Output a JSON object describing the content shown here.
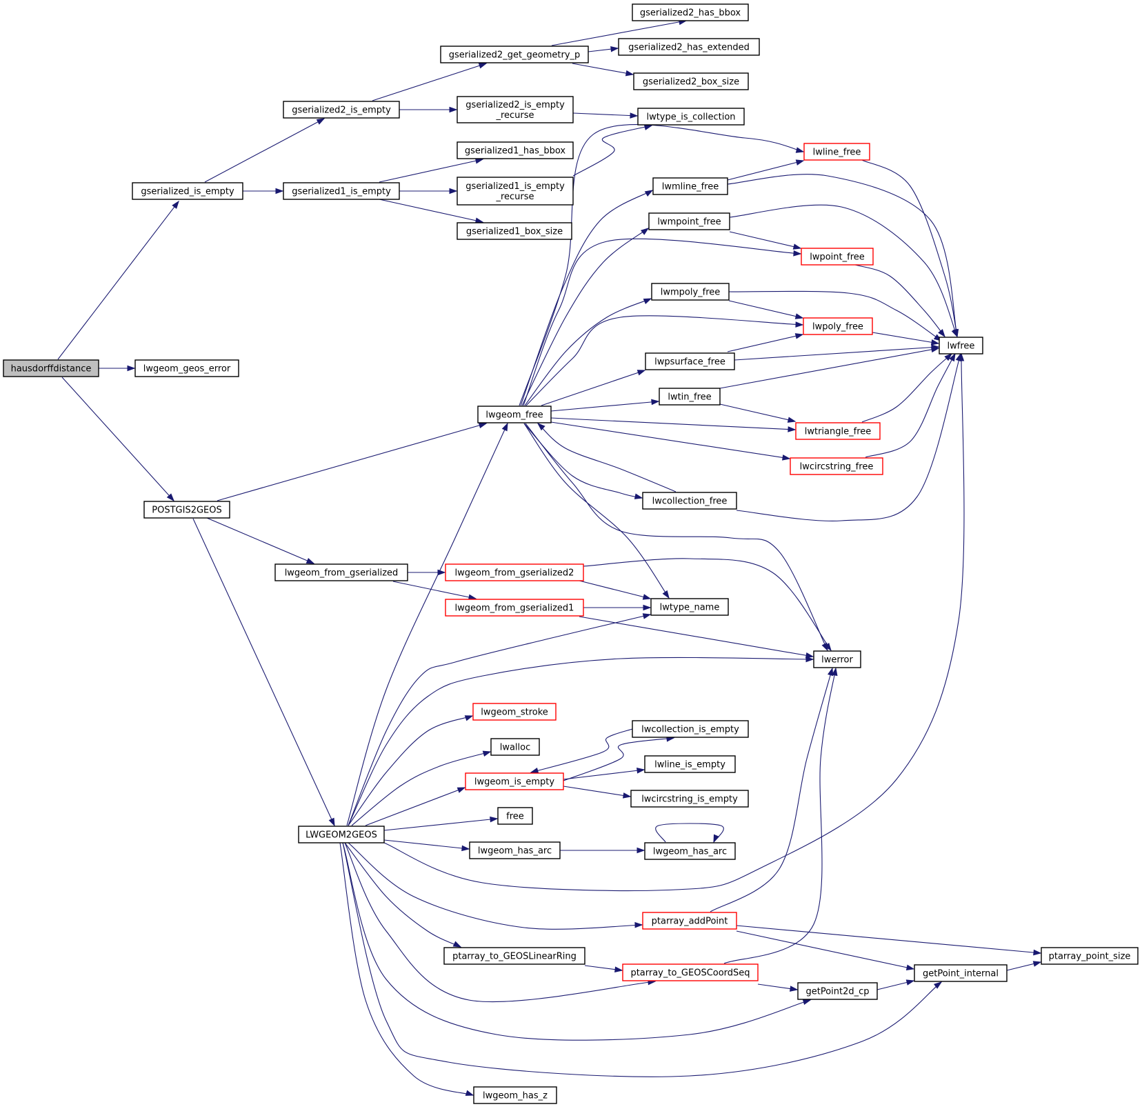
{
  "colors": {
    "edge": "#191970",
    "node_fill": "#ffffff",
    "node_border": "#000000",
    "node_border_truncated": "#ff0000",
    "root_fill": "#bfbfbf",
    "text": "#000000"
  },
  "graph": {
    "nodes": [
      {
        "id": "hausdorffdistance",
        "lines": [
          "hausdorffdistance"
        ],
        "variant": "root"
      },
      {
        "id": "gserialized_is_empty",
        "lines": [
          "gserialized_is_empty"
        ],
        "variant": "normal"
      },
      {
        "id": "lwgeom_geos_error",
        "lines": [
          "lwgeom_geos_error"
        ],
        "variant": "normal"
      },
      {
        "id": "POSTGIS2GEOS",
        "lines": [
          "POSTGIS2GEOS"
        ],
        "variant": "normal"
      },
      {
        "id": "gserialized2_is_empty",
        "lines": [
          "gserialized2_is_empty"
        ],
        "variant": "normal"
      },
      {
        "id": "gserialized1_is_empty",
        "lines": [
          "gserialized1_is_empty"
        ],
        "variant": "normal"
      },
      {
        "id": "lwgeom_from_gserialized",
        "lines": [
          "lwgeom_from_gserialized"
        ],
        "variant": "normal"
      },
      {
        "id": "LWGEOM2GEOS",
        "lines": [
          "LWGEOM2GEOS"
        ],
        "variant": "normal"
      },
      {
        "id": "gserialized2_get_geometry_p",
        "lines": [
          "gserialized2_get_geometry_p"
        ],
        "variant": "normal"
      },
      {
        "id": "gserialized2_is_empty_recurse",
        "lines": [
          "gserialized2_is_empty",
          "_recurse"
        ],
        "variant": "normal"
      },
      {
        "id": "gserialized1_has_bbox",
        "lines": [
          "gserialized1_has_bbox"
        ],
        "variant": "normal"
      },
      {
        "id": "gserialized1_is_empty_recurse",
        "lines": [
          "gserialized1_is_empty",
          "_recurse"
        ],
        "variant": "normal"
      },
      {
        "id": "gserialized1_box_size",
        "lines": [
          "gserialized1_box_size"
        ],
        "variant": "normal"
      },
      {
        "id": "lwgeom_free",
        "lines": [
          "lwgeom_free"
        ],
        "variant": "normal"
      },
      {
        "id": "lwgeom_from_gserialized2",
        "lines": [
          "lwgeom_from_gserialized2"
        ],
        "variant": "truncated"
      },
      {
        "id": "lwgeom_from_gserialized1",
        "lines": [
          "lwgeom_from_gserialized1"
        ],
        "variant": "truncated"
      },
      {
        "id": "lwgeom_stroke",
        "lines": [
          "lwgeom_stroke"
        ],
        "variant": "truncated"
      },
      {
        "id": "lwalloc",
        "lines": [
          "lwalloc"
        ],
        "variant": "normal"
      },
      {
        "id": "lwgeom_is_empty",
        "lines": [
          "lwgeom_is_empty"
        ],
        "variant": "truncated"
      },
      {
        "id": "free",
        "lines": [
          "free"
        ],
        "variant": "normal"
      },
      {
        "id": "lwgeom_has_arc_a",
        "lines": [
          "lwgeom_has_arc"
        ],
        "variant": "normal"
      },
      {
        "id": "ptarray_to_GEOSLinearRing",
        "lines": [
          "ptarray_to_GEOSLinearRing"
        ],
        "variant": "normal"
      },
      {
        "id": "lwgeom_has_z",
        "lines": [
          "lwgeom_has_z"
        ],
        "variant": "normal"
      },
      {
        "id": "gserialized2_has_bbox",
        "lines": [
          "gserialized2_has_bbox"
        ],
        "variant": "normal"
      },
      {
        "id": "gserialized2_has_extended",
        "lines": [
          "gserialized2_has_extended"
        ],
        "variant": "normal"
      },
      {
        "id": "gserialized2_box_size",
        "lines": [
          "gserialized2_box_size"
        ],
        "variant": "normal"
      },
      {
        "id": "lwtype_is_collection",
        "lines": [
          "lwtype_is_collection"
        ],
        "variant": "normal"
      },
      {
        "id": "lwmline_free",
        "lines": [
          "lwmline_free"
        ],
        "variant": "normal"
      },
      {
        "id": "lwmpoint_free",
        "lines": [
          "lwmpoint_free"
        ],
        "variant": "normal"
      },
      {
        "id": "lwmpoly_free",
        "lines": [
          "lwmpoly_free"
        ],
        "variant": "normal"
      },
      {
        "id": "lwpsurface_free",
        "lines": [
          "lwpsurface_free"
        ],
        "variant": "normal"
      },
      {
        "id": "lwtin_free",
        "lines": [
          "lwtin_free"
        ],
        "variant": "normal"
      },
      {
        "id": "lwcollection_free",
        "lines": [
          "lwcollection_free"
        ],
        "variant": "normal"
      },
      {
        "id": "lwtype_name",
        "lines": [
          "lwtype_name"
        ],
        "variant": "normal"
      },
      {
        "id": "lwcollection_is_empty",
        "lines": [
          "lwcollection_is_empty"
        ],
        "variant": "normal"
      },
      {
        "id": "lwline_is_empty",
        "lines": [
          "lwline_is_empty"
        ],
        "variant": "normal"
      },
      {
        "id": "lwcircstring_is_empty",
        "lines": [
          "lwcircstring_is_empty"
        ],
        "variant": "normal"
      },
      {
        "id": "lwgeom_has_arc_b",
        "lines": [
          "lwgeom_has_arc"
        ],
        "variant": "normal"
      },
      {
        "id": "ptarray_addPoint",
        "lines": [
          "ptarray_addPoint"
        ],
        "variant": "truncated"
      },
      {
        "id": "ptarray_to_GEOSCoordSeq",
        "lines": [
          "ptarray_to_GEOSCoordSeq"
        ],
        "variant": "truncated"
      },
      {
        "id": "lwline_free",
        "lines": [
          "lwline_free"
        ],
        "variant": "truncated"
      },
      {
        "id": "lwpoint_free",
        "lines": [
          "lwpoint_free"
        ],
        "variant": "truncated"
      },
      {
        "id": "lwpoly_free",
        "lines": [
          "lwpoly_free"
        ],
        "variant": "truncated"
      },
      {
        "id": "lwtriangle_free",
        "lines": [
          "lwtriangle_free"
        ],
        "variant": "truncated"
      },
      {
        "id": "lwcircstring_free",
        "lines": [
          "lwcircstring_free"
        ],
        "variant": "truncated"
      },
      {
        "id": "lwerror",
        "lines": [
          "lwerror"
        ],
        "variant": "normal"
      },
      {
        "id": "getPoint2d_cp",
        "lines": [
          "getPoint2d_cp"
        ],
        "variant": "normal"
      },
      {
        "id": "lwfree",
        "lines": [
          "lwfree"
        ],
        "variant": "normal"
      },
      {
        "id": "getPoint_internal",
        "lines": [
          "getPoint_internal"
        ],
        "variant": "normal"
      },
      {
        "id": "ptarray_point_size",
        "lines": [
          "ptarray_point_size"
        ],
        "variant": "normal"
      }
    ],
    "edges": [
      {
        "from": "hausdorffdistance",
        "to": "gserialized_is_empty"
      },
      {
        "from": "hausdorffdistance",
        "to": "lwgeom_geos_error"
      },
      {
        "from": "hausdorffdistance",
        "to": "POSTGIS2GEOS"
      },
      {
        "from": "gserialized_is_empty",
        "to": "gserialized2_is_empty"
      },
      {
        "from": "gserialized_is_empty",
        "to": "gserialized1_is_empty"
      },
      {
        "from": "gserialized2_is_empty",
        "to": "gserialized2_get_geometry_p"
      },
      {
        "from": "gserialized2_is_empty",
        "to": "gserialized2_is_empty_recurse"
      },
      {
        "from": "gserialized2_get_geometry_p",
        "to": "gserialized2_has_bbox"
      },
      {
        "from": "gserialized2_get_geometry_p",
        "to": "gserialized2_has_extended"
      },
      {
        "from": "gserialized2_get_geometry_p",
        "to": "gserialized2_box_size"
      },
      {
        "from": "gserialized2_is_empty_recurse",
        "to": "lwtype_is_collection"
      },
      {
        "from": "gserialized1_is_empty",
        "to": "gserialized1_has_bbox"
      },
      {
        "from": "gserialized1_is_empty",
        "to": "gserialized1_is_empty_recurse"
      },
      {
        "from": "gserialized1_is_empty",
        "to": "gserialized1_box_size"
      },
      {
        "from": "gserialized1_is_empty_recurse",
        "to": "lwtype_is_collection"
      },
      {
        "from": "POSTGIS2GEOS",
        "to": "lwgeom_free"
      },
      {
        "from": "POSTGIS2GEOS",
        "to": "lwgeom_from_gserialized"
      },
      {
        "from": "POSTGIS2GEOS",
        "to": "LWGEOM2GEOS"
      },
      {
        "from": "lwgeom_free",
        "to": "lwline_free"
      },
      {
        "from": "lwgeom_free",
        "to": "lwmline_free"
      },
      {
        "from": "lwgeom_free",
        "to": "lwmpoint_free"
      },
      {
        "from": "lwgeom_free",
        "to": "lwpoint_free"
      },
      {
        "from": "lwgeom_free",
        "to": "lwmpoly_free"
      },
      {
        "from": "lwgeom_free",
        "to": "lwpoly_free"
      },
      {
        "from": "lwgeom_free",
        "to": "lwpsurface_free"
      },
      {
        "from": "lwgeom_free",
        "to": "lwtin_free"
      },
      {
        "from": "lwgeom_free",
        "to": "lwtriangle_free"
      },
      {
        "from": "lwgeom_free",
        "to": "lwcircstring_free"
      },
      {
        "from": "lwgeom_free",
        "to": "lwcollection_free"
      },
      {
        "from": "lwgeom_free",
        "to": "lwtype_name"
      },
      {
        "from": "lwgeom_free",
        "to": "lwerror"
      },
      {
        "from": "lwline_free",
        "to": "lwfree"
      },
      {
        "from": "lwmline_free",
        "to": "lwline_free"
      },
      {
        "from": "lwmline_free",
        "to": "lwfree"
      },
      {
        "from": "lwmpoint_free",
        "to": "lwpoint_free"
      },
      {
        "from": "lwmpoint_free",
        "to": "lwfree"
      },
      {
        "from": "lwpoint_free",
        "to": "lwfree"
      },
      {
        "from": "lwmpoly_free",
        "to": "lwpoly_free"
      },
      {
        "from": "lwmpoly_free",
        "to": "lwfree"
      },
      {
        "from": "lwpoly_free",
        "to": "lwfree"
      },
      {
        "from": "lwpsurface_free",
        "to": "lwpoly_free"
      },
      {
        "from": "lwpsurface_free",
        "to": "lwfree"
      },
      {
        "from": "lwtin_free",
        "to": "lwtriangle_free"
      },
      {
        "from": "lwtin_free",
        "to": "lwfree"
      },
      {
        "from": "lwtriangle_free",
        "to": "lwfree"
      },
      {
        "from": "lwcircstring_free",
        "to": "lwfree"
      },
      {
        "from": "lwcollection_free",
        "to": "lwgeom_free"
      },
      {
        "from": "lwcollection_free",
        "to": "lwfree"
      },
      {
        "from": "lwgeom_from_gserialized",
        "to": "lwgeom_from_gserialized2"
      },
      {
        "from": "lwgeom_from_gserialized",
        "to": "lwgeom_from_gserialized1"
      },
      {
        "from": "lwgeom_from_gserialized2",
        "to": "lwtype_name"
      },
      {
        "from": "lwgeom_from_gserialized2",
        "to": "lwerror"
      },
      {
        "from": "lwgeom_from_gserialized1",
        "to": "lwtype_name"
      },
      {
        "from": "lwgeom_from_gserialized1",
        "to": "lwerror"
      },
      {
        "from": "LWGEOM2GEOS",
        "to": "lwgeom_free"
      },
      {
        "from": "LWGEOM2GEOS",
        "to": "lwtype_name"
      },
      {
        "from": "LWGEOM2GEOS",
        "to": "lwerror"
      },
      {
        "from": "LWGEOM2GEOS",
        "to": "lwgeom_stroke"
      },
      {
        "from": "LWGEOM2GEOS",
        "to": "lwalloc"
      },
      {
        "from": "LWGEOM2GEOS",
        "to": "lwgeom_is_empty"
      },
      {
        "from": "LWGEOM2GEOS",
        "to": "free"
      },
      {
        "from": "LWGEOM2GEOS",
        "to": "lwgeom_has_arc_a"
      },
      {
        "from": "LWGEOM2GEOS",
        "to": "lwfree"
      },
      {
        "from": "LWGEOM2GEOS",
        "to": "ptarray_addPoint"
      },
      {
        "from": "LWGEOM2GEOS",
        "to": "ptarray_to_GEOSLinearRing"
      },
      {
        "from": "LWGEOM2GEOS",
        "to": "ptarray_to_GEOSCoordSeq"
      },
      {
        "from": "LWGEOM2GEOS",
        "to": "getPoint2d_cp"
      },
      {
        "from": "LWGEOM2GEOS",
        "to": "getPoint_internal"
      },
      {
        "from": "LWGEOM2GEOS",
        "to": "lwgeom_has_z"
      },
      {
        "from": "lwgeom_is_empty",
        "to": "lwcollection_is_empty"
      },
      {
        "from": "lwgeom_is_empty",
        "to": "lwline_is_empty"
      },
      {
        "from": "lwgeom_is_empty",
        "to": "lwcircstring_is_empty"
      },
      {
        "from": "lwcollection_is_empty",
        "to": "lwgeom_is_empty"
      },
      {
        "from": "lwgeom_has_arc_a",
        "to": "lwgeom_has_arc_b"
      },
      {
        "from": "lwgeom_has_arc_b",
        "to": "lwgeom_has_arc_b"
      },
      {
        "from": "ptarray_addPoint",
        "to": "lwerror"
      },
      {
        "from": "ptarray_addPoint",
        "to": "getPoint_internal"
      },
      {
        "from": "ptarray_addPoint",
        "to": "ptarray_point_size"
      },
      {
        "from": "ptarray_to_GEOSLinearRing",
        "to": "ptarray_to_GEOSCoordSeq"
      },
      {
        "from": "ptarray_to_GEOSCoordSeq",
        "to": "lwerror"
      },
      {
        "from": "ptarray_to_GEOSCoordSeq",
        "to": "getPoint2d_cp"
      },
      {
        "from": "getPoint2d_cp",
        "to": "getPoint_internal"
      },
      {
        "from": "getPoint_internal",
        "to": "ptarray_point_size"
      }
    ]
  }
}
